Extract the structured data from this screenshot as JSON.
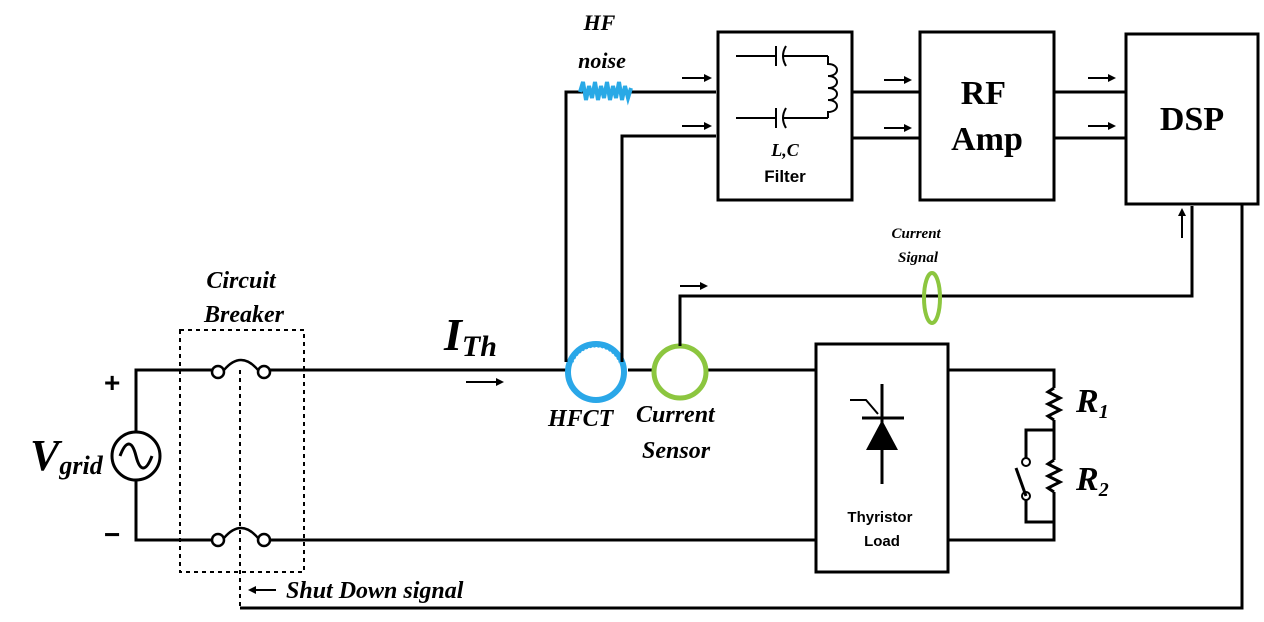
{
  "labels": {
    "hf_noise_line1": "HF",
    "hf_noise_line2": "noise",
    "filter_lc": "L,C",
    "filter_word": "Filter",
    "rf_amp_line1": "RF",
    "rf_amp_line2": "Amp",
    "dsp": "DSP",
    "current_signal_line1": "Current",
    "current_signal_line2": "Signal",
    "circuit_breaker_line1": "Circuit",
    "circuit_breaker_line2": "Breaker",
    "i_main": "I",
    "i_sub": "Th",
    "plus": "+",
    "minus": "−",
    "v_main": "V",
    "v_sub": "grid",
    "hfct": "HFCT",
    "current_sensor_line1": "Current",
    "current_sensor_line2": "Sensor",
    "r1_main": "R",
    "r1_sub": "1",
    "r2_main": "R",
    "r2_sub": "2",
    "thyristor_line1": "Thyristor",
    "thyristor_line2": "Load",
    "shutdown": "Shut Down signal"
  },
  "colors": {
    "hfct_ring": "#2aa7e8",
    "hf_noise": "#29a9e6",
    "current_sensor_ring": "#8cc63f",
    "current_signal_ring": "#8cc63f",
    "line": "#000000"
  }
}
